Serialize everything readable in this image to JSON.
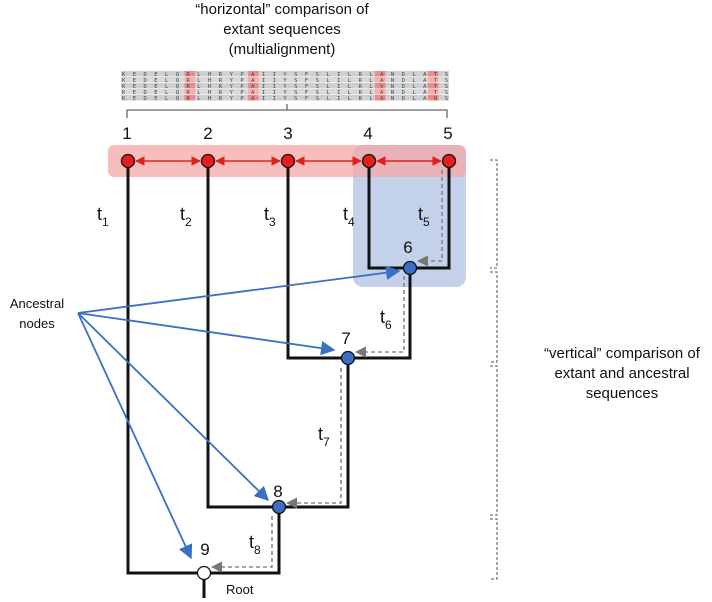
{
  "top_caption": [
    "“horizontal” comparison of",
    "extant sequences",
    "(multialignment)"
  ],
  "right_caption": [
    "“vertical” comparison of",
    "extant and ancestral",
    "sequences"
  ],
  "ancestral_label": [
    "Ancestral",
    "nodes"
  ],
  "root_label": "Root",
  "leaves": [
    "1",
    "2",
    "3",
    "4",
    "5"
  ],
  "internal_nodes": [
    "6",
    "7",
    "8",
    "9"
  ],
  "branch_labels": [
    {
      "t": "t",
      "sub": "1"
    },
    {
      "t": "t",
      "sub": "2"
    },
    {
      "t": "t",
      "sub": "3"
    },
    {
      "t": "t",
      "sub": "4"
    },
    {
      "t": "t",
      "sub": "5"
    },
    {
      "t": "t",
      "sub": "6"
    },
    {
      "t": "t",
      "sub": "7"
    },
    {
      "t": "t",
      "sub": "8"
    }
  ],
  "alignment_rows": [
    "KEDELQRLHRYPAIIYSFSLILRLANDLATS",
    "KEDELQRLHRYPAIIYSFSLILRLANDLATS",
    "KEDELQRLHRYPAIIYSFSLILRLVNDLATS",
    "KEDELQRLHRYPAIIYSFSLILRLANDLATS",
    "KEDELQRLHRYPAIIYSFSLILRLANDLAQS"
  ],
  "colors": {
    "leaf_node": "#e02020",
    "ancestral_node": "#3a6fc4",
    "root_node": "#ffffff",
    "leaf_band": "#f4a7a7",
    "clade_box": "#b9c9e6",
    "arrow_blue": "#3a6fc4",
    "arrow_red": "#e02020",
    "branch": "#111111",
    "trace_dashed": "#888888"
  }
}
